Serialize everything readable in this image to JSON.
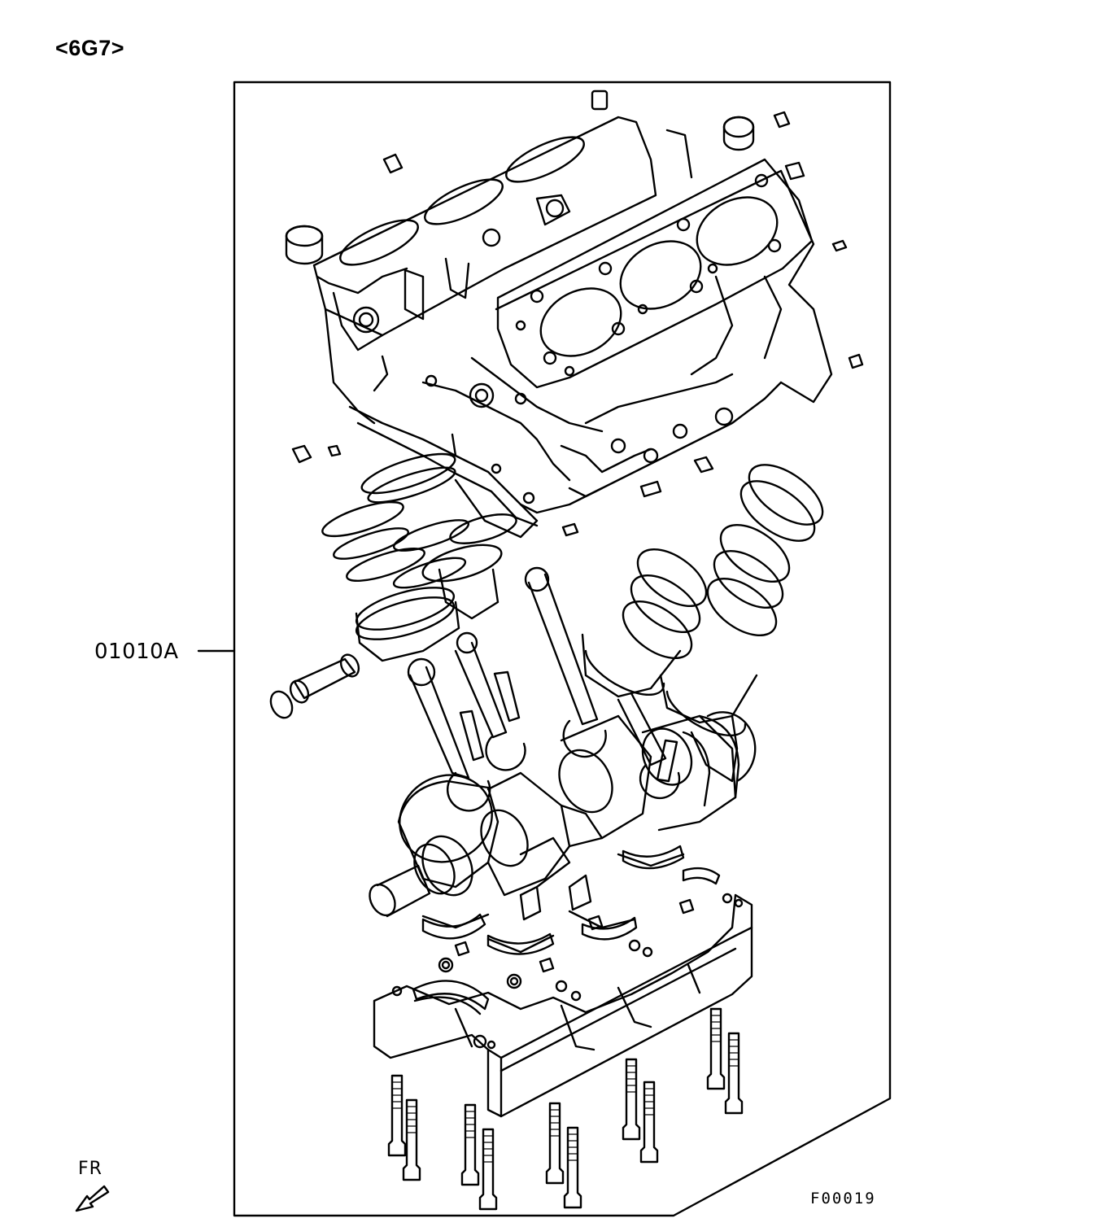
{
  "header": {
    "engine_code": "<6G7>"
  },
  "callouts": [
    {
      "part_number": "01010A"
    }
  ],
  "orientation": {
    "label": "FR"
  },
  "figure": {
    "id": "F00019"
  },
  "drawing": {
    "components": [
      "cylinder-block",
      "head-gasket",
      "piston",
      "piston-ring",
      "piston-pin",
      "snap-ring",
      "connecting-rod",
      "crankshaft",
      "main-bearing",
      "bearing-cap-ladder",
      "bearing-cap-bolt",
      "dowel-pin",
      "expansion-plug"
    ]
  }
}
